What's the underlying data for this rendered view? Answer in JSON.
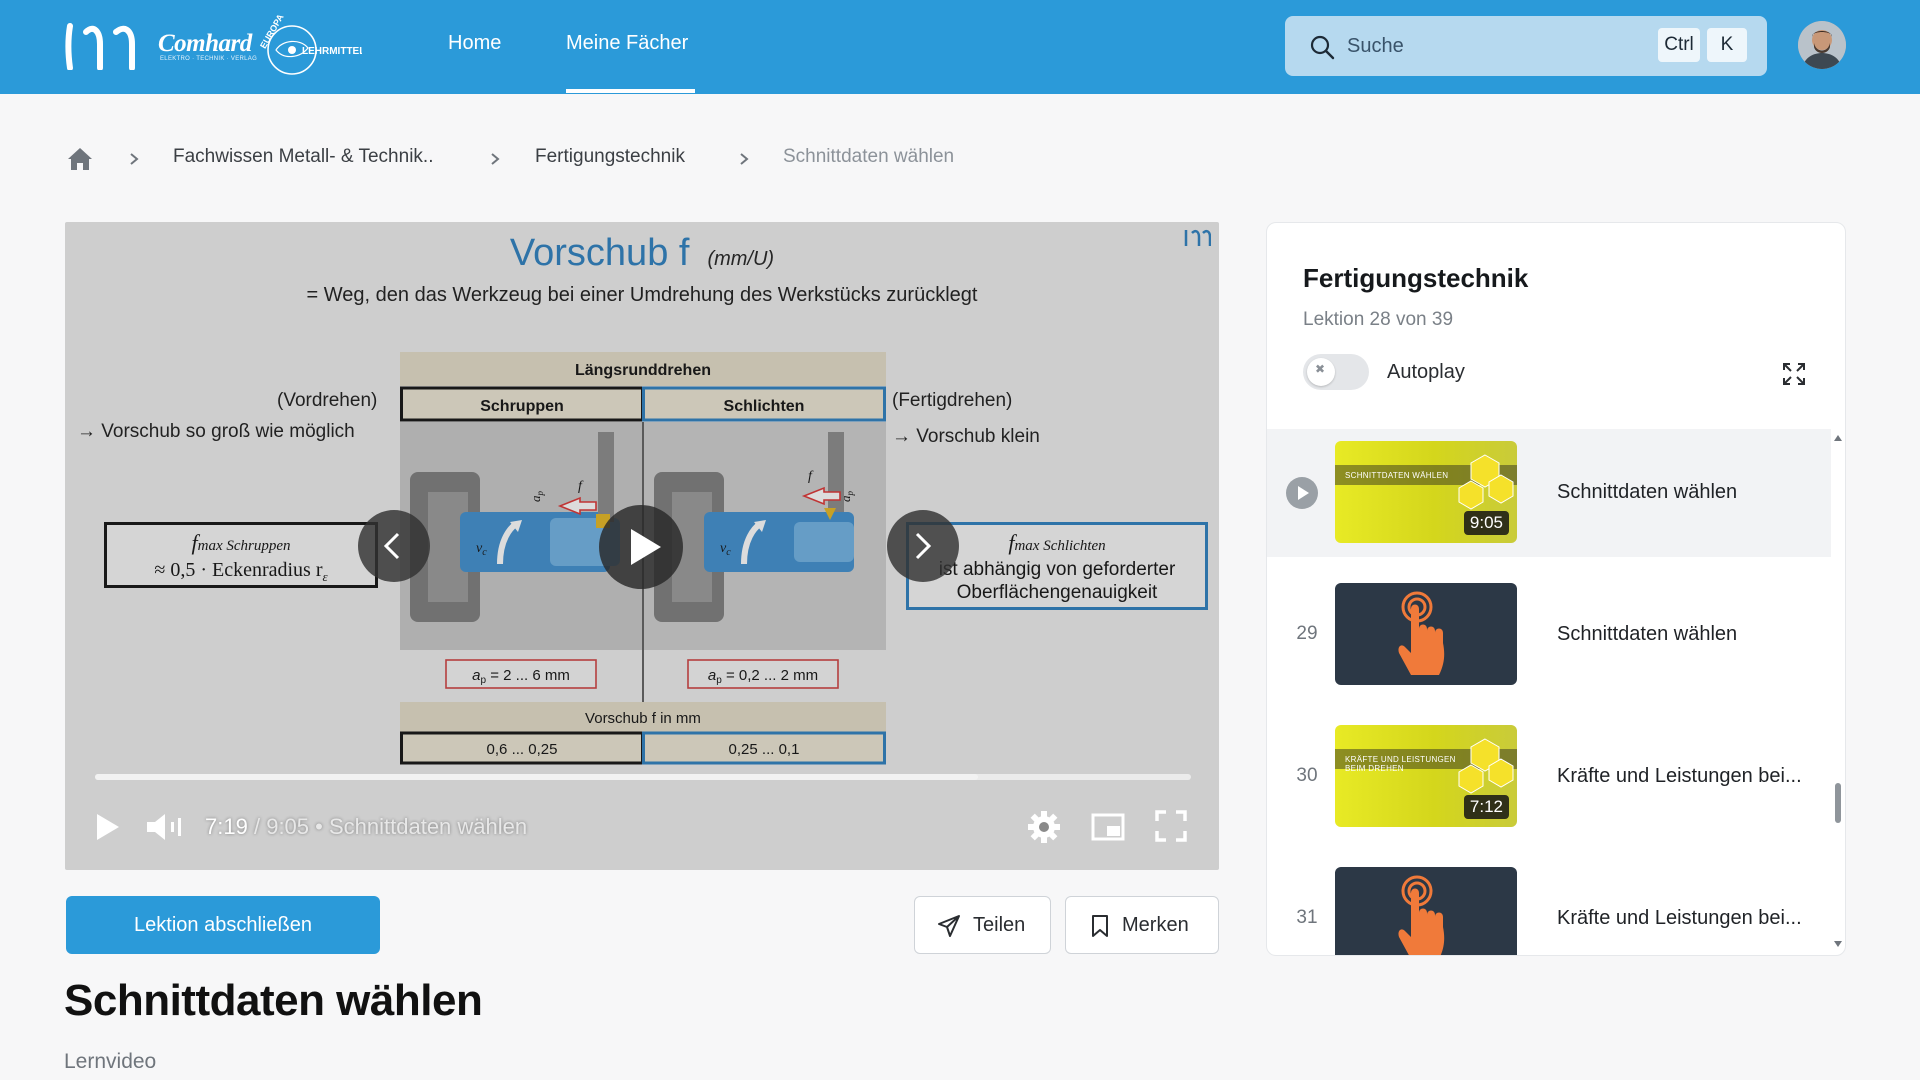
{
  "header": {
    "brand_comhard": "Comhard",
    "brand_comhard_sub": "ELEKTRO · TECHNIK · VERLAG",
    "brand_europa": "EUROPA",
    "brand_lehrmittel": "LEHRMITTEL",
    "nav": [
      {
        "label": "Home",
        "active": false
      },
      {
        "label": "Meine Fächer",
        "active": true
      }
    ],
    "search": {
      "placeholder": "Suche",
      "value": "",
      "shortcut_1": "Ctrl",
      "shortcut_2": "K"
    },
    "accent": "#2b9ad9"
  },
  "breadcrumb": {
    "items": [
      "Fachwissen Metall- & Technik..",
      "Fertigungstechnik",
      "Schnittdaten wählen"
    ]
  },
  "video": {
    "slide": {
      "title": "Vorschub f",
      "title_unit": "(mm/U)",
      "subtitle": "= Weg, den das Werkzeug bei einer Umdrehung des Werkstücks zurücklegt",
      "header_main": "Längsrunddrehen",
      "col_left": "Schruppen",
      "col_right": "Schlichten",
      "left_label": "(Vordrehen)",
      "left_arrow_text": "→ Vorschub so groß wie möglich",
      "right_label": "(Fertigdrehen)",
      "right_arrow_text": "→ Vorschub klein",
      "left_formula_1": "f",
      "left_formula_1_sub": "max Schruppen",
      "left_formula_2": "≈ 0,5 · Eckenradius r",
      "left_formula_2_sub": "ε",
      "right_formula_1": "f",
      "right_formula_1_sub": "max Schlichten",
      "right_formula_2": "ist abhängig von geforderter",
      "right_formula_3": "Oberflächengenauigkeit",
      "ap_left": "a",
      "ap_left_sub": "p",
      "ap_left_val": " = 2 ... 6 mm",
      "ap_right": "a",
      "ap_right_sub": "p",
      "ap_right_val": " = 0,2 ... 2 mm",
      "vorschub_header": "Vorschub f in mm",
      "vorschub_left": "0,6 ... 0,25",
      "vorschub_right": "0,25 ... 0,1",
      "vc_label": "v",
      "vc_sub": "c",
      "ap_tool": "a",
      "ap_tool_sub": "p",
      "f_tool": "f"
    },
    "current_time": "7:19",
    "duration": "9:05",
    "separator": "/",
    "dot": "•",
    "video_title": "Schnittdaten wählen",
    "progress": 0.806
  },
  "actions": {
    "complete_label": "Lektion abschließen",
    "share_label": "Teilen",
    "bookmark_label": "Merken"
  },
  "lesson_page": {
    "title": "Schnittdaten wählen",
    "type": "Lernvideo"
  },
  "sidebar": {
    "title": "Fertigungstechnik",
    "subtitle": "Lektion 28 von 39",
    "autoplay_label": "Autoplay",
    "autoplay_on": false,
    "lessons": [
      {
        "number": "",
        "title": "Schnittdaten wählen",
        "thumb": "yellow",
        "thumb_caption": "SCHNITTDATEN WÄHLEN",
        "duration": "9:05",
        "active": true
      },
      {
        "number": "29",
        "title": "Schnittdaten wählen",
        "thumb": "dark",
        "thumb_caption": "",
        "duration": "",
        "active": false
      },
      {
        "number": "30",
        "title": "Kräfte und Leistungen bei...",
        "thumb": "yellow",
        "thumb_caption": "KRÄFTE UND LEISTUNGEN BEIM DREHEN",
        "duration": "7:12",
        "active": false
      },
      {
        "number": "31",
        "title": "Kräfte und Leistungen bei...",
        "thumb": "dark",
        "thumb_caption": "",
        "duration": "",
        "active": false
      }
    ]
  },
  "colors": {
    "brand_blue": "#2b9ad9",
    "slide_blue": "#2b7fc0",
    "hand_orange": "#f07a3a",
    "thumb_yellow": "#e8ea25",
    "thumb_dark": "#2c3846"
  }
}
